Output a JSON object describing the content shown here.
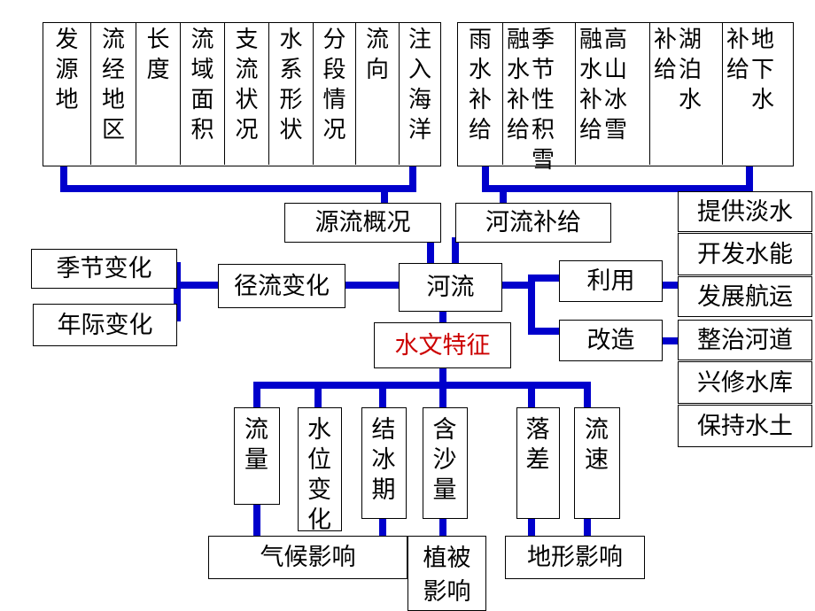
{
  "diagram": {
    "source_overview_items": [
      "发源地",
      "流经地区",
      "长度",
      "流域面积",
      "支流状况",
      "水系形状",
      "分段情况",
      "流向",
      "注入海洋"
    ],
    "supply_items": [
      "雨水补给",
      "融水补给",
      "季节性积雪",
      "融水补给",
      "高山冰雪",
      "补给",
      "湖泊水",
      "补给",
      "地下水"
    ],
    "source_overview": "源流概况",
    "river_supply": "河流补给",
    "river": "河流",
    "hydrology": "水文特征",
    "runoff_change": "径流变化",
    "seasonal_change": "季节变化",
    "annual_change": "年际变化",
    "use": "利用",
    "transform": "改造",
    "use_items": [
      "提供淡水",
      "开发水能",
      "发展航运"
    ],
    "transform_items": [
      "整治河道",
      "兴修水库",
      "保持水土"
    ],
    "hydro_items": [
      "流量",
      "水位变化",
      "结冰期",
      "含沙量",
      "落差",
      "流速"
    ],
    "climate_influence": "气候影响",
    "vegetation_influence": "植被影响",
    "terrain_influence": "地形影响",
    "line_color": "#0000cc",
    "highlight_color": "#cc0000"
  }
}
